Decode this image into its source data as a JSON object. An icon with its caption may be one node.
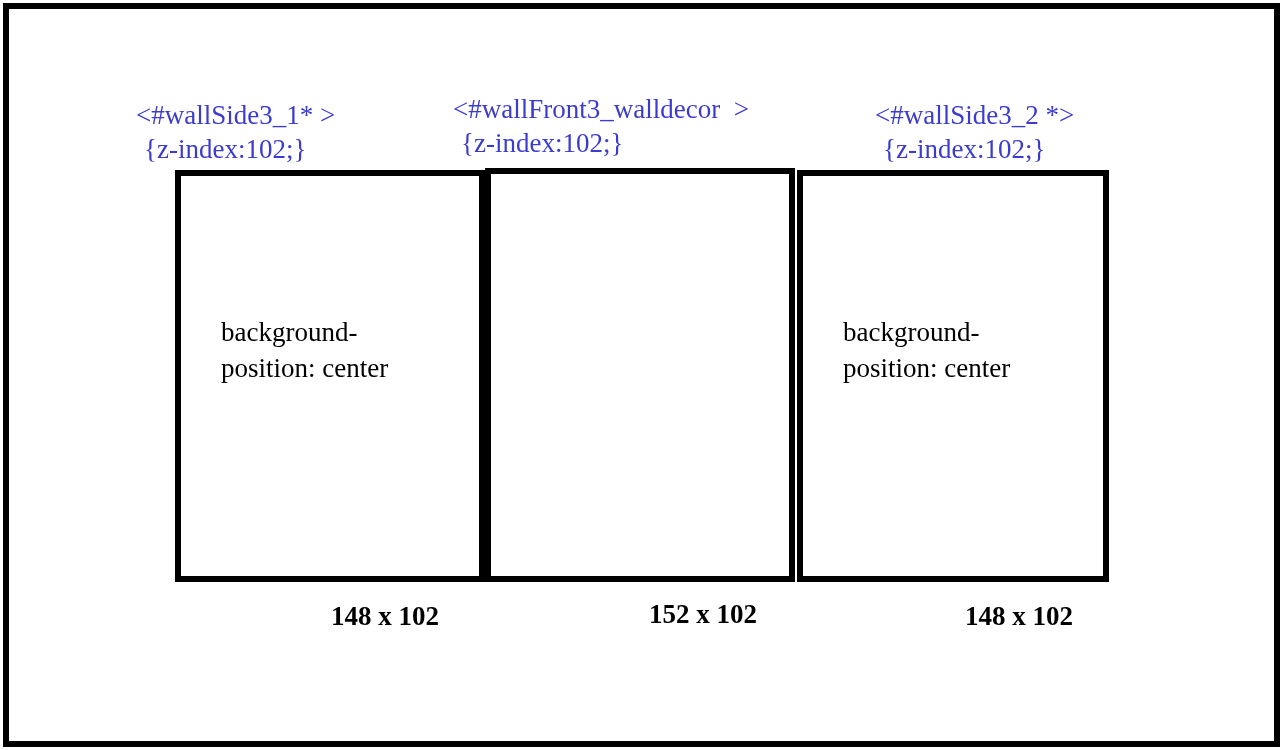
{
  "diagram": {
    "nodes": [
      {
        "text": [],
        "shape": "box"
      },
      {
        "text": [
          "<#wallSide3_1* >",
          "{z-index:102;}",
          "background-position: center"
        ],
        "in": 0,
        "beside": [
          "148 x 102"
        ]
      },
      {
        "text": [
          "<#wallFront3_walldecor  >",
          "{z-index:102;}"
        ],
        "in": 0,
        "beside": [
          "152 x 102"
        ]
      },
      {
        "text": [
          "<#wallSide3_2 *>",
          "{z-index:102;}",
          "background-position: center"
        ],
        "in": 0,
        "beside": [
          "148 x 102"
        ]
      }
    ],
    "edges": []
  }
}
